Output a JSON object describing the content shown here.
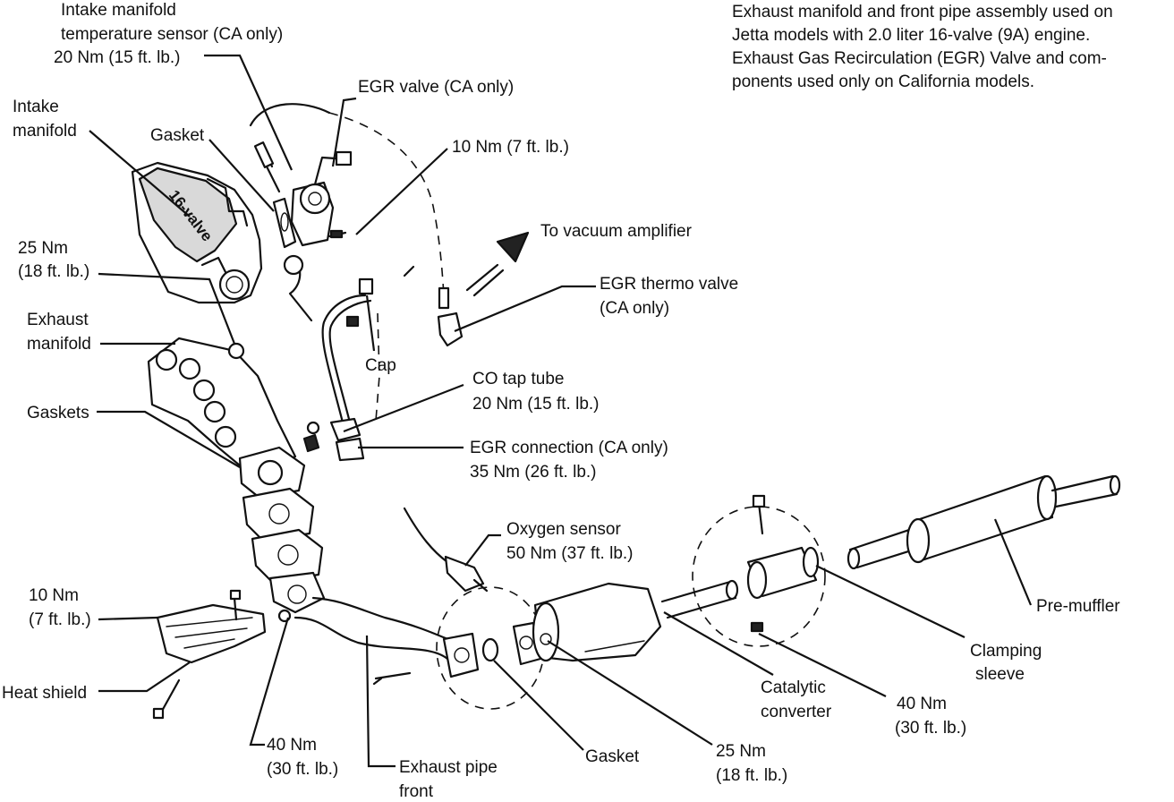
{
  "caption": {
    "lines": [
      "Exhaust manifold and front pipe assembly used on",
      "Jetta models with 2.0 liter 16-valve (9A) engine.",
      "Exhaust Gas Recirculation (EGR) Valve and com-",
      "ponents used only on California models."
    ]
  },
  "labels": {
    "intake_temp_sensor": [
      "Intake manifold",
      "temperature sensor (CA only)",
      "20 Nm (15 ft. lb.)"
    ],
    "egr_valve": [
      "EGR valve (CA only)"
    ],
    "intake_manifold": [
      "Intake",
      "manifold"
    ],
    "gasket_top": [
      "Gasket"
    ],
    "egr_bolt_torque": [
      "10 Nm (7 ft. lb.)"
    ],
    "vacuum_amplifier": [
      "To vacuum amplifier"
    ],
    "manifold_nut_torque": [
      "25 Nm",
      "(18 ft. lb.)"
    ],
    "egr_thermo_valve": [
      "EGR thermo valve",
      "(CA only)"
    ],
    "exhaust_manifold": [
      "Exhaust",
      "manifold"
    ],
    "cap": [
      "Cap"
    ],
    "gaskets": [
      "Gaskets"
    ],
    "co_tap_tube": [
      "CO tap tube",
      "20 Nm (15 ft. lb.)"
    ],
    "egr_connection": [
      "EGR connection (CA only)",
      "35 Nm (26 ft. lb.)"
    ],
    "oxygen_sensor": [
      "Oxygen sensor",
      "50 Nm (37 ft. lb.)"
    ],
    "pre_muffler": [
      "Pre-muffler"
    ],
    "heat_shield_torque": [
      "10 Nm",
      "(7 ft. lb.)"
    ],
    "clamping_sleeve": [
      "Clamping",
      "sleeve"
    ],
    "heat_shield": [
      "Heat shield"
    ],
    "catalytic_converter": [
      "Catalytic",
      "converter"
    ],
    "clamp_nut_torque": [
      "40 Nm",
      "(30 ft. lb.)"
    ],
    "flange_nut_torque": [
      "40 Nm",
      "(30 ft. lb.)"
    ],
    "gasket_bottom": [
      "Gasket"
    ],
    "cat_flange_torque": [
      "25 Nm",
      "(18 ft. lb.)"
    ],
    "exhaust_pipe_front": [
      "Exhaust pipe",
      "front"
    ]
  },
  "engraving": "16-valve"
}
